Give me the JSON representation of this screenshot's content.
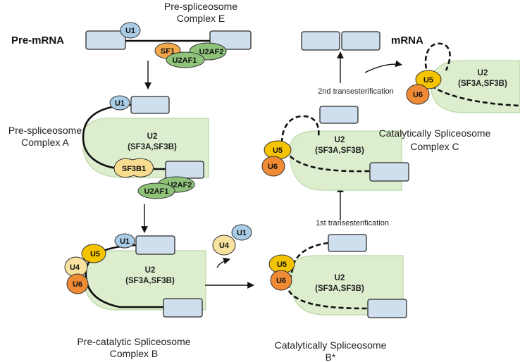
{
  "labels": {
    "complex_e_line1": "Pre-spliceosome",
    "complex_e_line2": "Complex E",
    "pre_mrna": "Pre-mRNA",
    "complex_a_line1": "Pre-spliceosome",
    "complex_a_line2": "Complex A",
    "complex_b_line1": "Pre-catalytic Spliceosome",
    "complex_b_line2": "Complex B",
    "bstar_line1": "Catalytically Spliceosome",
    "bstar_line2": "B*",
    "complex_c_line1": "Catalytically Spliceosome",
    "complex_c_line2": "Complex C",
    "mrna": "mRNA",
    "first_transesterification": "1st transesterification",
    "second_transesterification": "2nd transesterification"
  },
  "molecules": {
    "u1": "U1",
    "u2": "U2",
    "u2_sub": "(SF3A,SF3B)",
    "u4": "U4",
    "u5": "U5",
    "u6": "U6",
    "sf1": "SF1",
    "u2af1": "U2AF1",
    "u2af2": "U2AF2",
    "sf3b1": "SF3B1"
  },
  "colors": {
    "exon": "#cfdfee",
    "u1": "#a9cde6",
    "u2_region": "#ddeecf",
    "u2af": "#8fc37a",
    "sf1": "#f3a84a",
    "sf3b1": "#f7dc90",
    "u4": "#f8e2a0",
    "u5": "#f5c400",
    "u6": "#ef8a35",
    "rna": "#111111"
  }
}
